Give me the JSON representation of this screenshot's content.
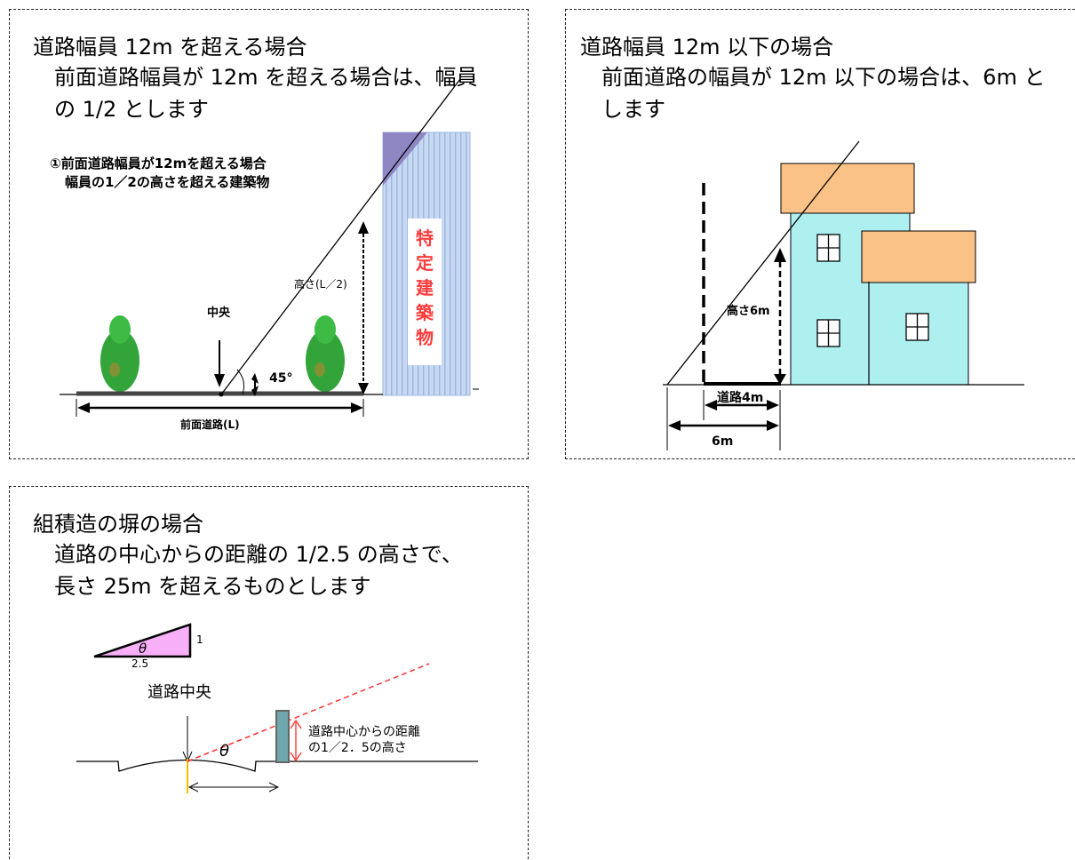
{
  "panel1": {
    "title": "道路幅員 12m を超える場合",
    "line1": "前面道路幅員が 12m を超える場合は、幅員",
    "line2": "の 1/2 とします",
    "caption1": "①前面道路幅員が12mを超える場合",
    "caption2": "幅員の1／2の高さを超える建築物",
    "label_center": "中央",
    "label_height": "高さ(L／2)",
    "label_angle": "45°",
    "label_road": "前面道路(L)",
    "building_label": [
      "特",
      "定",
      "建",
      "築",
      "物"
    ]
  },
  "panel2": {
    "title": "道路幅員 12m 以下の場合",
    "line1": "前面道路の幅員が 12m 以下の場合は、6m と",
    "line2": "します",
    "label_height": "高さ6m",
    "label_road": "道路4m",
    "label_distance": "6m"
  },
  "panel3": {
    "title": "組積造の塀の場合",
    "line1": "道路の中心からの距離の 1/2.5 の高さで、",
    "line2": "長さ 25m を超えるものとします",
    "tri_theta": "θ",
    "tri_side": "1",
    "tri_base": "2.5",
    "label_road_center": "道路中央",
    "label_theta": "θ",
    "label_dist1": "道路中心からの距離",
    "label_dist2": "の1／2．5の高さ"
  },
  "colors": {
    "building_fill": "#c8d9f2",
    "building_stripe": "#9db8e2",
    "building_corner": "#8f87c4",
    "building_text": "#ff3b3b",
    "tree_green": "#33a43a",
    "house_wall": "#aef0f0",
    "house_roof": "#fbc288",
    "triangle_fill": "#f7b0f7",
    "fence_fill": "#6fa7ae",
    "dash_red": "#ff3333"
  }
}
